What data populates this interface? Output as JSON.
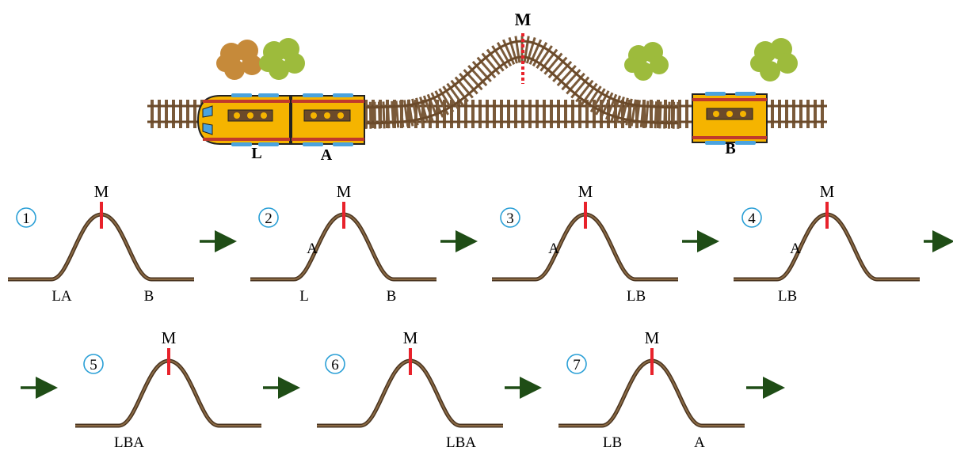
{
  "colors": {
    "rail": "#6b4a2a",
    "sleeper": "#7a5a3a",
    "track_line": "#5c4326",
    "marker_red": "#e8222b",
    "arrow": "#1f4d16",
    "step_circle": "#2a9fd6",
    "car_body": "#f5b400",
    "car_stripe": "#c0392b",
    "window_blue": "#4aa3df",
    "bush_orange": "#c68a3a",
    "bush_green": "#9dbb3c"
  },
  "top_scene": {
    "switch_label": "M",
    "locomotive_label": "L",
    "car_a_label": "A",
    "car_b_label": "B"
  },
  "steps": [
    {
      "number": "1",
      "marker": "M",
      "slope_label": "",
      "bottom_left": "LA",
      "bottom_right": "B"
    },
    {
      "number": "2",
      "marker": "M",
      "slope_label": "A",
      "bottom_left": "L",
      "bottom_right": "B"
    },
    {
      "number": "3",
      "marker": "M",
      "slope_label": "A",
      "bottom_left": "",
      "bottom_right": "LB"
    },
    {
      "number": "4",
      "marker": "M",
      "slope_label": "A",
      "bottom_left": "LB",
      "bottom_right": ""
    },
    {
      "number": "5",
      "marker": "M",
      "slope_label": "",
      "bottom_left": "LBA",
      "bottom_right": ""
    },
    {
      "number": "6",
      "marker": "M",
      "slope_label": "",
      "bottom_left": "",
      "bottom_right": "LBA"
    },
    {
      "number": "7",
      "marker": "M",
      "slope_label": "",
      "bottom_left": "LB",
      "bottom_right": "A"
    }
  ],
  "step_symbols": [
    "①",
    "②",
    "③",
    "④",
    "⑤",
    "⑥",
    "⑦"
  ]
}
